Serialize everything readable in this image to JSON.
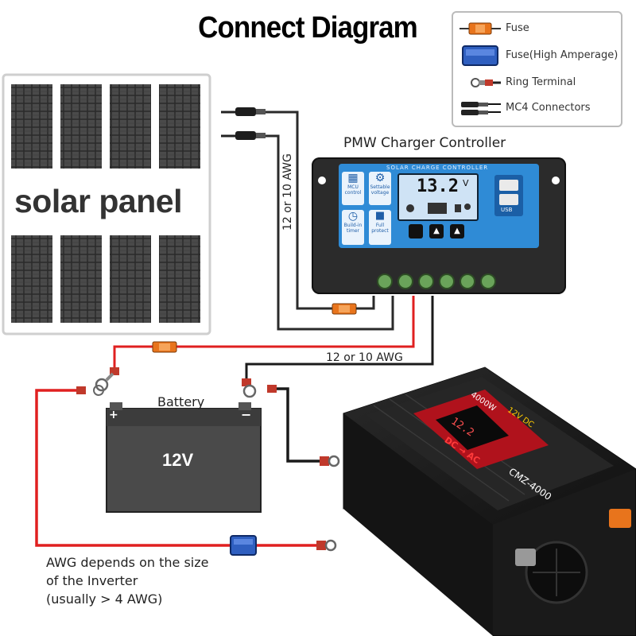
{
  "title": "Connect Diagram",
  "legend": [
    {
      "label": "Fuse",
      "icon": "fuse-icon",
      "color": "#e8741c"
    },
    {
      "label": "Fuse(High Amperage)",
      "icon": "high-amperage-fuse-icon",
      "color": "#2f5fc0"
    },
    {
      "label": "Ring Terminal",
      "icon": "ring-terminal-icon",
      "color": "#c0392b"
    },
    {
      "label": "MC4 Connectors",
      "icon": "mc4-connector-icon",
      "color": "#333333"
    }
  ],
  "solar_panel": {
    "label": "solar panel"
  },
  "controller": {
    "title": "PMW Charger Controller",
    "header": "SOLAR CHARGE CONTROLLER",
    "display": "13.2",
    "display_unit": "V",
    "buttons": [
      {
        "label": "MCU control",
        "icon": "mcu-icon"
      },
      {
        "label": "Settable voltage",
        "icon": "gear-icon"
      },
      {
        "label": "Build-in timer",
        "icon": "clock-icon"
      },
      {
        "label": "Full protect",
        "icon": "lock-icon"
      }
    ],
    "usb_label": "USB"
  },
  "wire_labels": {
    "vertical": "12 or 10 AWG",
    "horizontal": "12 or 10 AWG"
  },
  "battery": {
    "label": "Battery",
    "voltage": "12V",
    "plus": "+",
    "minus": "−"
  },
  "inverter": {
    "model": "CMZ-4000",
    "rating": "4000W",
    "mode": "DC → AC",
    "input": "12V DC",
    "display": "12.2"
  },
  "note": {
    "line1": "AWG depends on the size",
    "line2": "of the Inverter",
    "line3": "(usually  > 4 AWG)"
  },
  "colors": {
    "red_wire": "#e02020",
    "black_wire": "#1a1a1a",
    "fuse": "#e8741c",
    "hi_fuse": "#2f5fc0"
  }
}
